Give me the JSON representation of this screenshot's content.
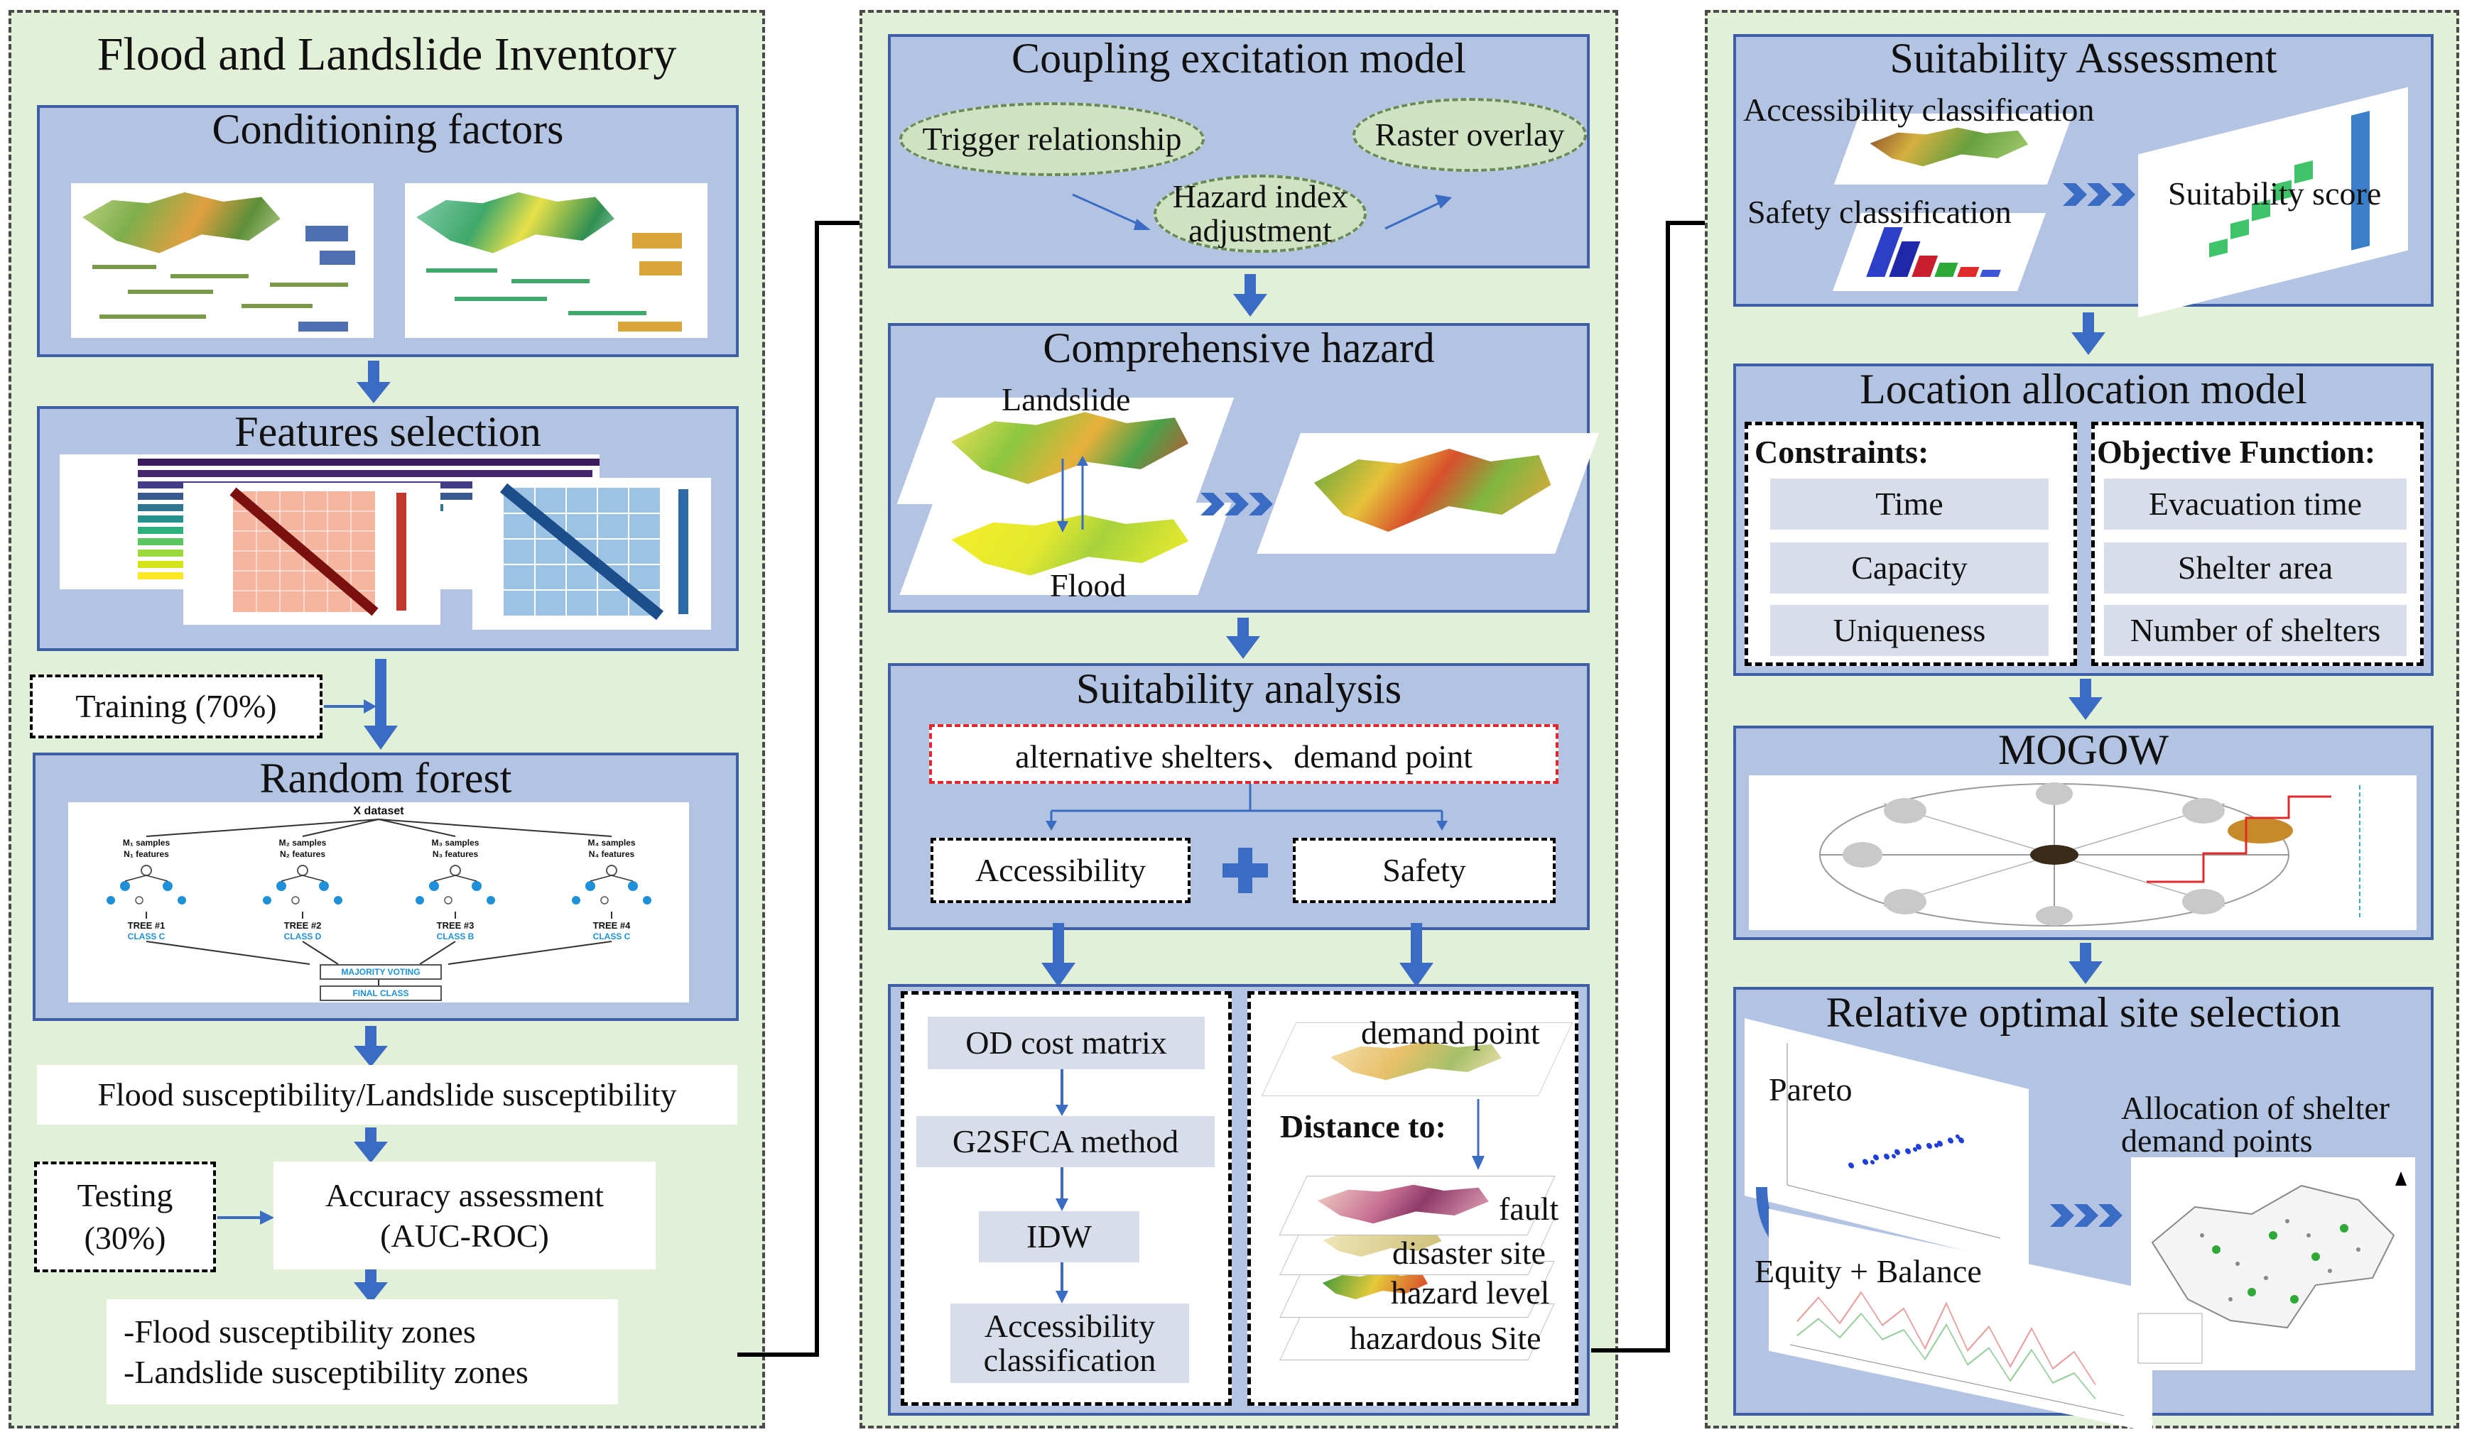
{
  "col1": {
    "title": "Flood and Landslide Inventory",
    "conditioning_title": "Conditioning factors",
    "features_title": "Features selection",
    "training": "Training (70%)",
    "rf_title": "Random forest",
    "rf_diagram": {
      "dataset": "X dataset",
      "trees": [
        {
          "samples": "M₁ samples",
          "features": "N₁ features",
          "tree": "TREE #1",
          "cls": "CLASS C"
        },
        {
          "samples": "M₂ samples",
          "features": "N₂ features",
          "tree": "TREE #2",
          "cls": "CLASS D"
        },
        {
          "samples": "M₃ samples",
          "features": "N₃ features",
          "tree": "TREE #3",
          "cls": "CLASS B"
        },
        {
          "samples": "M₄ samples",
          "features": "N₄ features",
          "tree": "TREE #4",
          "cls": "CLASS C"
        }
      ],
      "majority": "MAJORITY VOTING",
      "final": "FINAL CLASS"
    },
    "susceptibility": "Flood susceptibility/Landslide susceptibility",
    "testing_line1": "Testing",
    "testing_line2": "(30%)",
    "accuracy_line1": "Accuracy assessment",
    "accuracy_line2": "(AUC-ROC)",
    "zones_line1": "-Flood susceptibility zones",
    "zones_line2": "-Landslide susceptibility zones"
  },
  "col2": {
    "coupling_title": "Coupling excitation model",
    "trigger": "Trigger relationship",
    "raster": "Raster overlay",
    "hazard_index_line1": "Hazard index",
    "hazard_index_line2": "adjustment",
    "comprehensive_title": "Comprehensive hazard",
    "landslide": "Landslide",
    "flood": "Flood",
    "suitability_title": "Suitability analysis",
    "alt_shelters": "alternative shelters、demand point",
    "accessibility": "Accessibility",
    "safety": "Safety",
    "od_cost": "OD cost matrix",
    "g2sfca": "G2SFCA method",
    "idw": "IDW",
    "acc_class_line1": "Accessibility",
    "acc_class_line2": "classification",
    "demand_point": "demand point",
    "distance_to": "Distance to:",
    "fault": "fault",
    "disaster_site": "disaster site",
    "hazard_level": "hazard level",
    "hazardous_site": "hazardous Site"
  },
  "col3": {
    "suit_assess_title": "Suitability Assessment",
    "acc_classification": "Accessibility classification",
    "safety_classification": "Safety classification",
    "suit_score": "Suitability score",
    "location_title": "Location allocation model",
    "constraints": "Constraints:",
    "constraint_items": [
      "Time",
      "Capacity",
      "Uniqueness"
    ],
    "objective": "Objective Function:",
    "objective_items": [
      "Evacuation time",
      "Shelter area",
      "Number of shelters"
    ],
    "mogow_title": "MOGOW",
    "relative_title": "Relative optimal site selection",
    "pareto": "Pareto",
    "allocation_line1": "Allocation of shelter",
    "allocation_line2": "demand points",
    "equity": "Equity + Balance"
  },
  "colors": {
    "column_bg": "#e3f0d8",
    "panel_bg": "#b3c3e2",
    "panel_border": "#3e5fa6",
    "arrow_blue": "#3b6cc4",
    "red_dash": "#e0272b"
  }
}
